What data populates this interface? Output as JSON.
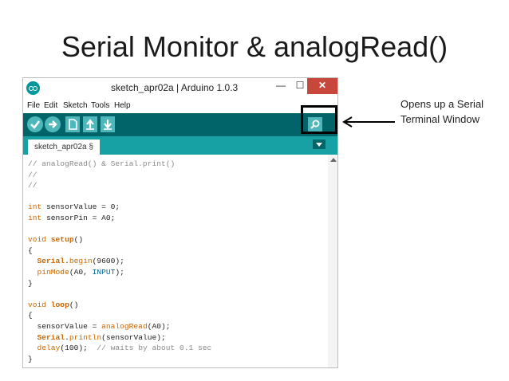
{
  "slide": {
    "title": "Serial Monitor & analogRead()"
  },
  "window": {
    "title": "sketch_apr02a | Arduino 1.0.3",
    "minimize_glyph": "—",
    "maximize_glyph": "☐",
    "close_glyph": "✕"
  },
  "menu": [
    "File",
    "Edit",
    "Sketch",
    "Tools",
    "Help"
  ],
  "toolbar": {
    "icons": [
      "verify-icon",
      "upload-icon",
      "new-icon",
      "open-icon",
      "save-icon",
      "serial-monitor-icon"
    ]
  },
  "tab": {
    "label": "sketch_apr02a §"
  },
  "code": [
    [
      {
        "t": "// analogRead() & Serial.print()",
        "c": "comment"
      }
    ],
    [
      {
        "t": "//",
        "c": "comment"
      }
    ],
    [
      {
        "t": "//",
        "c": "comment"
      }
    ],
    [],
    [
      {
        "t": "int",
        "c": "kw"
      },
      {
        "t": " sensorValue = 0;"
      }
    ],
    [
      {
        "t": "int",
        "c": "kw"
      },
      {
        "t": " sensorPin = A0;"
      }
    ],
    [],
    [
      {
        "t": "void",
        "c": "kw"
      },
      {
        "t": " "
      },
      {
        "t": "setup",
        "c": "fn"
      },
      {
        "t": "()"
      }
    ],
    [
      {
        "t": "{"
      }
    ],
    [
      {
        "t": "  "
      },
      {
        "t": "Serial",
        "c": "fn"
      },
      {
        "t": "."
      },
      {
        "t": "begin",
        "c": "kw"
      },
      {
        "t": "(9600);"
      }
    ],
    [
      {
        "t": "  "
      },
      {
        "t": "pinMode",
        "c": "kw"
      },
      {
        "t": "(A0, "
      },
      {
        "t": "INPUT",
        "c": "const"
      },
      {
        "t": ");"
      }
    ],
    [
      {
        "t": "}"
      }
    ],
    [],
    [
      {
        "t": "void",
        "c": "kw"
      },
      {
        "t": " "
      },
      {
        "t": "loop",
        "c": "fn"
      },
      {
        "t": "()"
      }
    ],
    [
      {
        "t": "{"
      }
    ],
    [
      {
        "t": "  sensorValue = "
      },
      {
        "t": "analogRead",
        "c": "kw"
      },
      {
        "t": "(A0);"
      }
    ],
    [
      {
        "t": "  "
      },
      {
        "t": "Serial",
        "c": "fn"
      },
      {
        "t": "."
      },
      {
        "t": "println",
        "c": "kw"
      },
      {
        "t": "(sensorValue);"
      }
    ],
    [
      {
        "t": "  "
      },
      {
        "t": "delay",
        "c": "kw"
      },
      {
        "t": "(100);  "
      },
      {
        "t": "// waits by about 0.1 sec",
        "c": "comment"
      }
    ],
    [
      {
        "t": "}"
      }
    ]
  ],
  "callout": {
    "line1": "Opens up a Serial",
    "line2": "Terminal Window"
  },
  "colors": {
    "toolbar": "#006468",
    "tabbar": "#17a1a5",
    "button": "#4db7bb",
    "close": "#c7483b",
    "comment": "#8a8a8a",
    "keyword": "#cc6600",
    "constant": "#006699"
  }
}
